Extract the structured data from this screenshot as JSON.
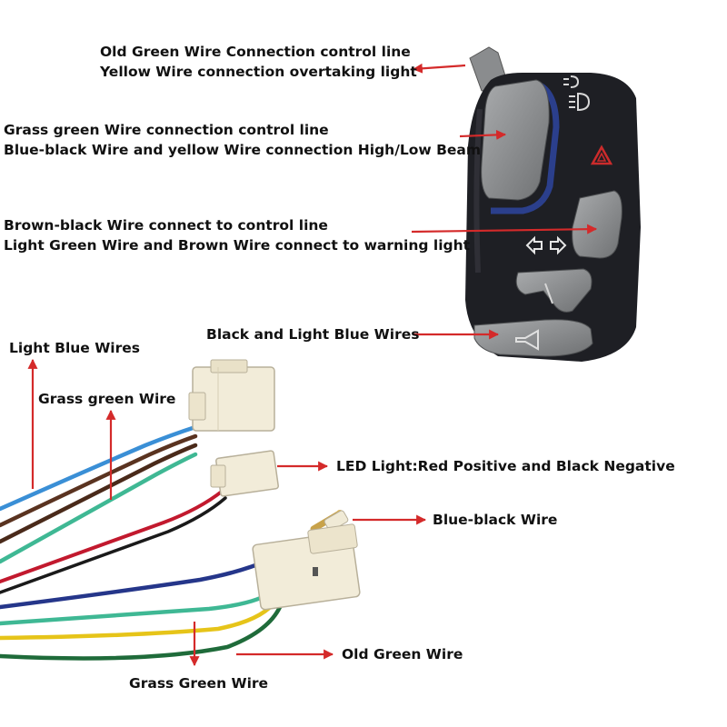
{
  "annotations": {
    "overtaking": {
      "line1": "Old Green Wire Connection control line",
      "line2": "Yellow Wire connection overtaking light"
    },
    "beam": {
      "line1": "Grass green Wire connection control line",
      "line2": "Blue-black Wire and yellow Wire connection High/Low Beam"
    },
    "turn_warning": {
      "line1": "Brown-black Wire connect to control line",
      "line2": "Light Green Wire and Brown Wire connect to warning light"
    },
    "horn": "Black and Light Blue Wires",
    "light_blue": "Light Blue Wires",
    "grass_green_top": "Grass green Wire",
    "led": "LED Light:Red Positive and Black Negative",
    "blue_black": "Blue-black Wire",
    "old_green": "Old Green Wire",
    "grass_green_bottom": "Grass Green Wire"
  },
  "colors": {
    "arrow": "#d42a2a",
    "switch_housing": "#1e1f24",
    "switch_buttons": "#8e9092",
    "accent_blue": "#2b3f8c",
    "hazard_red": "#cc2b2b",
    "connector": "#f2ecd9",
    "wire_light_blue": "#3a8fd6",
    "wire_brown": "#5a3320",
    "wire_grass_green": "#3fb894",
    "wire_red": "#c2192e",
    "wire_black": "#1a1a1a",
    "wire_blue_black": "#25368a",
    "wire_old_green": "#1f6b3a",
    "wire_yellow": "#e6c419"
  },
  "icons": [
    "headlight-icon",
    "hazard-triangle-icon",
    "turn-signal-arrows-icon",
    "horn-icon"
  ]
}
